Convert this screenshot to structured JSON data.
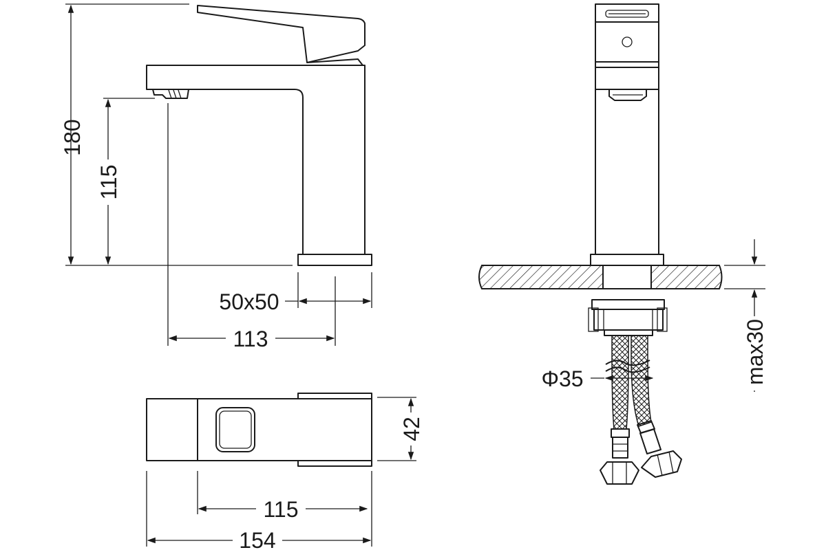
{
  "drawing": {
    "dimensions": {
      "overall_height": "180",
      "spout_height": "115",
      "base_size": "50x50",
      "spout_reach": "113",
      "handle_width": "42",
      "body_length": "115",
      "overall_length": "154",
      "hose_diameter": "Φ35",
      "max_countertop": "max30"
    },
    "colors": {
      "line": "#1a1a1a",
      "background": "#ffffff"
    }
  }
}
